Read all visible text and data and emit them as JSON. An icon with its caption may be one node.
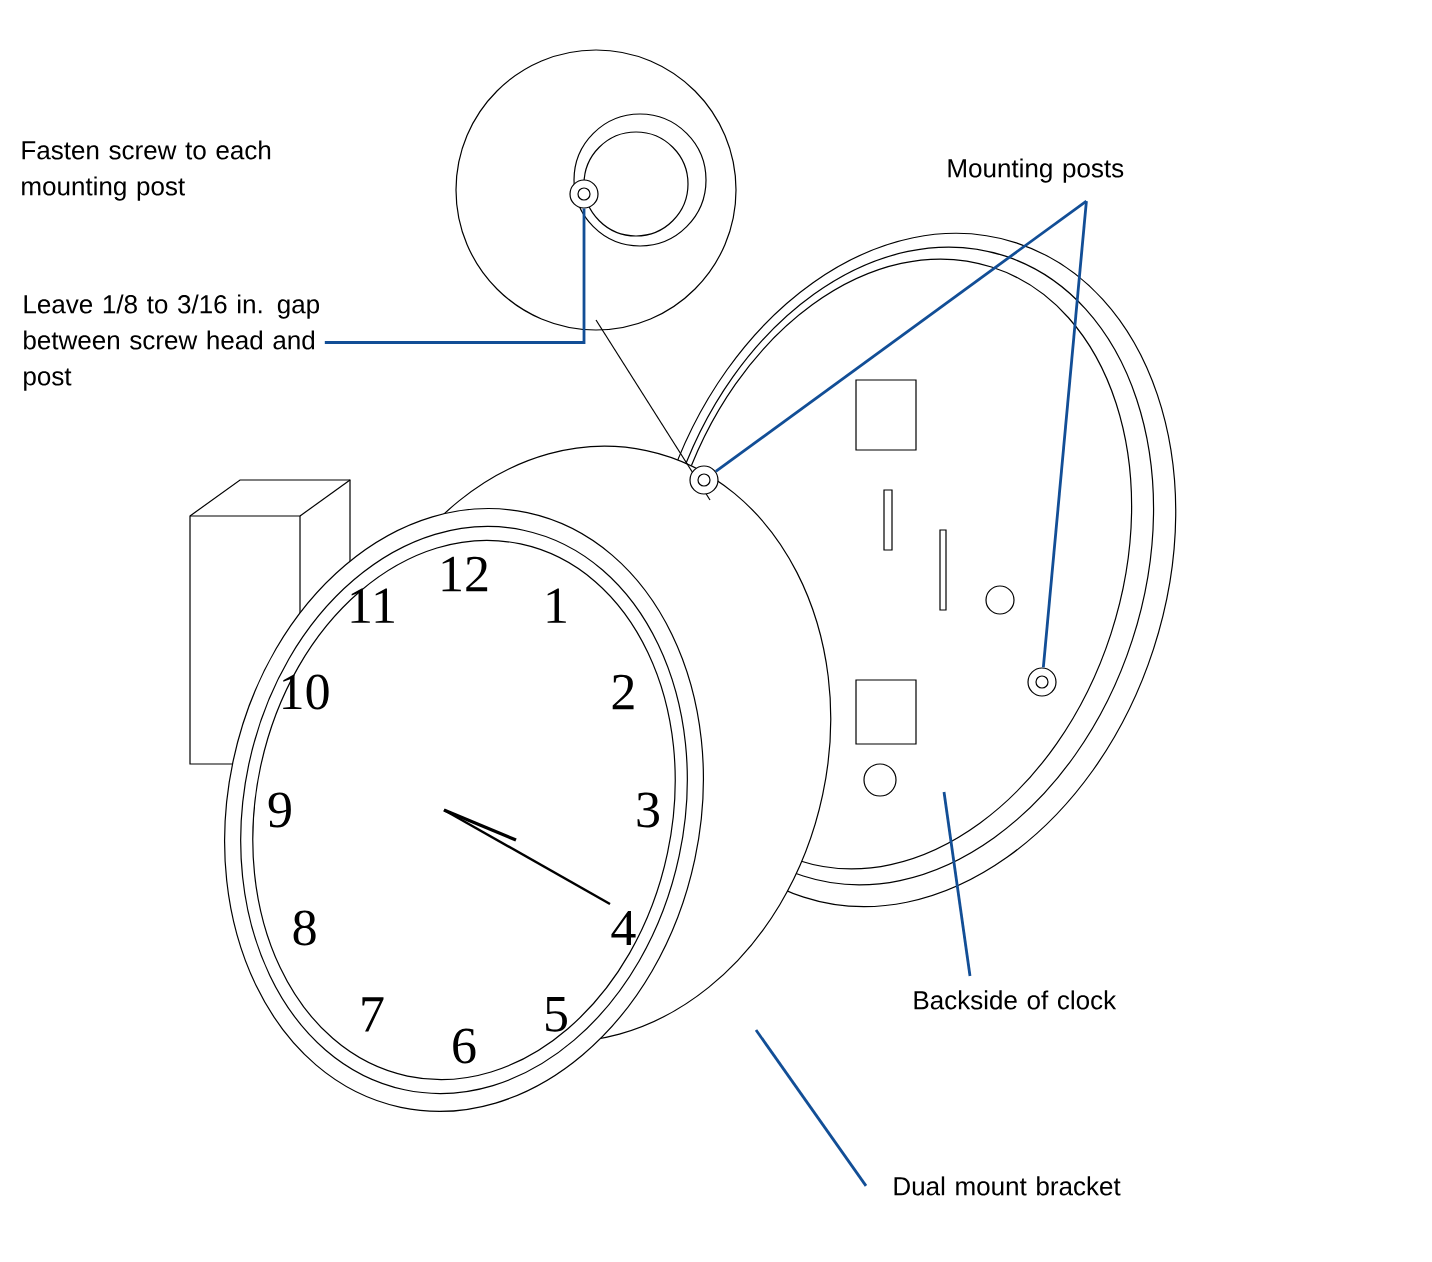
{
  "diagram": {
    "nodes": [
      {
        "text": [
          "Leave 1/8 to 3/16 in. gap between screw head and post"
        ]
      },
      {
        "text": [],
        "shape": "picture"
      },
      {
        "text": [
          "Mounting posts"
        ]
      },
      {
        "text": [],
        "shape": "picture"
      },
      {
        "text": [],
        "shape": "picture"
      },
      {
        "text": [
          "Backside of clock"
        ]
      },
      {
        "text": [
          "Dual mount bracket"
        ]
      }
    ],
    "edges": [
      {
        "from": 0,
        "to": 1,
        "arrow": "none"
      },
      {
        "from": 2,
        "to": 3,
        "arrow": "none"
      },
      {
        "from": 2,
        "to": 4,
        "arrow": "none"
      },
      {
        "from": 5,
        "to": null,
        "arrow": "none"
      },
      {
        "from": 6,
        "to": null,
        "arrow": "none"
      }
    ],
    "labels": [
      "Fasten screw to each mounting post",
      "12",
      "1",
      "2",
      "3",
      "4",
      "5",
      "6",
      "7",
      "8",
      "9",
      "10",
      "11"
    ]
  }
}
